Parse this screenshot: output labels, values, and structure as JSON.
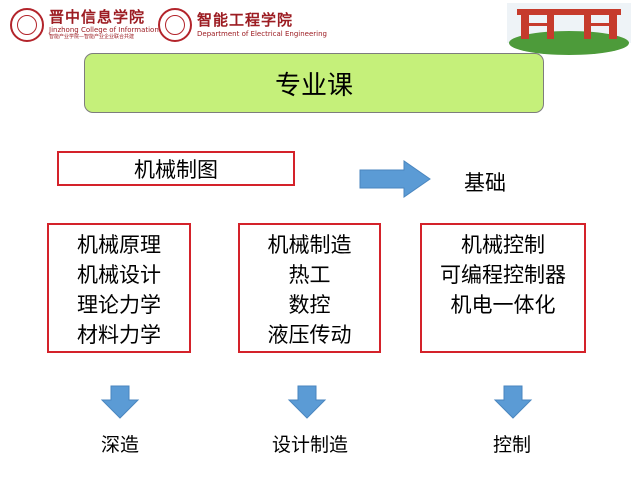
{
  "header": {
    "logo1_cn": "晋中信息学院",
    "logo1_en": "Jinzhong College of Information",
    "logo1_sub": "智能产业学院—智能产业企业联合共建",
    "logo2_cn": "智能工程学院",
    "logo2_en": "Department of Electrical Engineering"
  },
  "title": "专业课",
  "basic_course": "机械制图",
  "basic_label": "基础",
  "groups": [
    {
      "items": [
        "机械原理",
        "机械设计",
        "理论力学",
        "材料力学"
      ],
      "outcome": "深造"
    },
    {
      "items": [
        "机械制造",
        "热工",
        "数控",
        "液压传动"
      ],
      "outcome": "设计制造"
    },
    {
      "items": [
        "机械控制",
        "可编程控制器",
        "机电一体化"
      ],
      "outcome": "控制"
    }
  ],
  "colors": {
    "title_fill": "#c5f07a",
    "box_border": "#d4222a",
    "arrow_fill": "#5b9bd5",
    "logo_red": "#b3242b"
  }
}
